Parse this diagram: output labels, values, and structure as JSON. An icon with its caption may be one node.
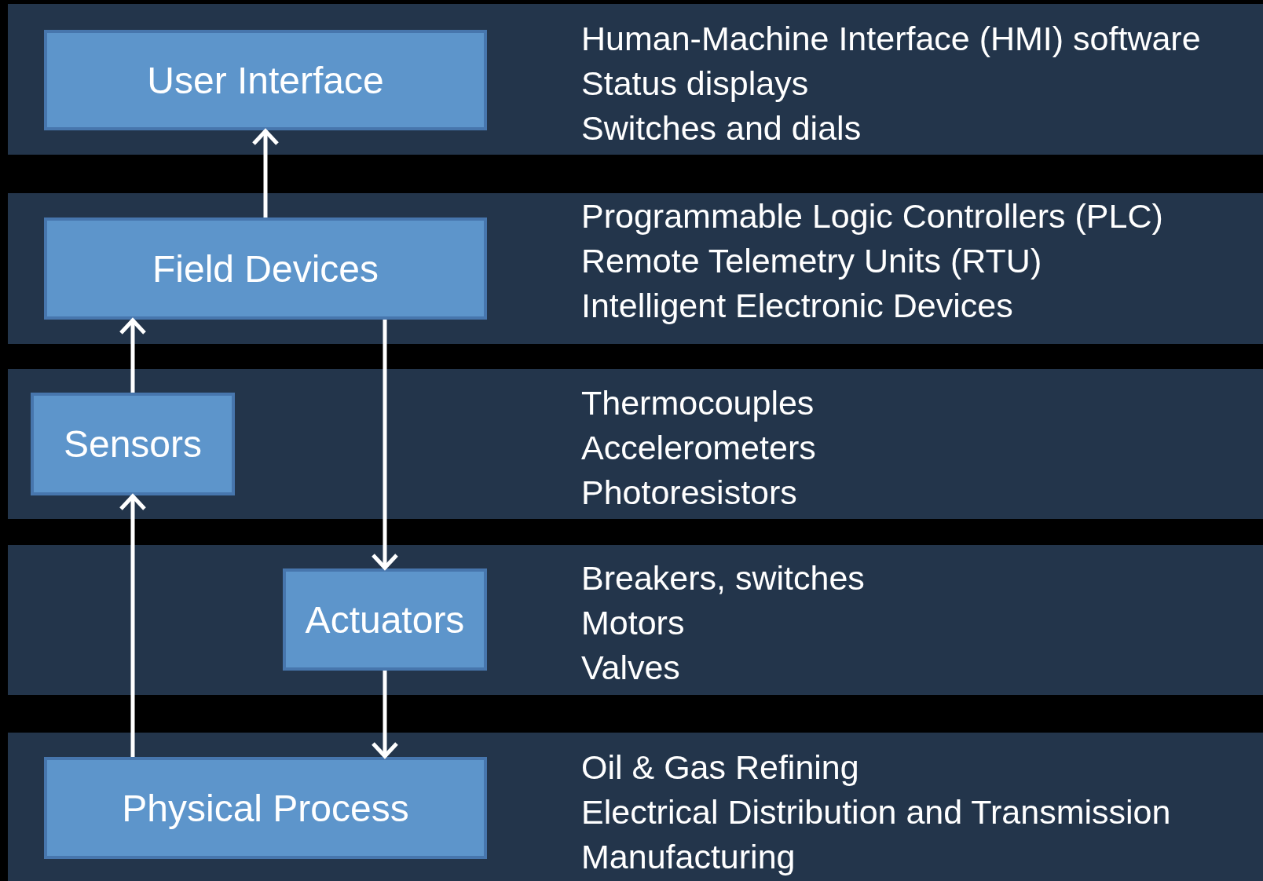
{
  "diagram": {
    "nodes": [
      {
        "text": [
          "Human-Machine Interface (HMI) software",
          "Status displays",
          "Switches and dials"
        ]
      },
      {
        "text": [
          "User Interface"
        ],
        "in": 0
      },
      {
        "text": [
          "Programmable Logic Controllers (PLC)",
          "Remote Telemetry Units (RTU)",
          "Intelligent Electronic Devices"
        ]
      },
      {
        "text": [
          "Field Devices"
        ],
        "in": 2
      },
      {
        "text": [
          "Thermocouples",
          "Accelerometers",
          "Photoresistors"
        ]
      },
      {
        "text": [
          "Sensors"
        ],
        "in": 4
      },
      {
        "text": [
          "Breakers, switches",
          "Motors",
          "Valves"
        ]
      },
      {
        "text": [
          "Actuators"
        ],
        "in": 6
      },
      {
        "text": [
          "Oil & Gas Refining",
          "Electrical Distribution and Transmission",
          "Manufacturing"
        ]
      },
      {
        "text": [
          "Physical Process"
        ],
        "in": 8
      }
    ],
    "edges": [
      {
        "from": 3,
        "to": 1,
        "arrow": "to"
      },
      {
        "from": 5,
        "to": 3,
        "arrow": "to"
      },
      {
        "from": 3,
        "to": 7,
        "arrow": "to"
      },
      {
        "from": 7,
        "to": 9,
        "arrow": "to"
      },
      {
        "from": 9,
        "to": 5,
        "arrow": "to"
      }
    ]
  }
}
